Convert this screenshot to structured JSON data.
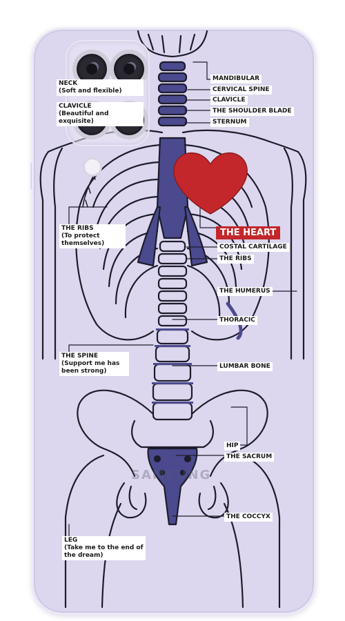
{
  "labels": {
    "neck": "NECK",
    "neck_sub": "(Soft and flexible)",
    "clavicle_left": "CLAVICLE",
    "clavicle_left_sub": "(Beautiful and exquisite)",
    "mandibular": "MANDIBULAR",
    "cervical_spine": "CERVICAL SPINE",
    "clavicle": "CLAVICLE",
    "shoulder_blade": "THE SHOULDER BLADE",
    "sternum": "STERNUM",
    "the_heart": "THE HEART",
    "costal_cartilage": "COSTAL CARTILAGE",
    "the_ribs_right": "THE RIBS",
    "the_humerus": "THE HUMERUS",
    "thoracic": "THORACIC",
    "lumbar_bone": "LUMBAR BONE",
    "hip": "HIP",
    "the_sacrum": "THE SACRUM",
    "the_coccyx": "THE COCCYX",
    "the_ribs_left": "THE RIBS",
    "the_ribs_left_sub": "(To protect themselves)",
    "the_spine": "THE SPINE",
    "the_spine_sub": "(Support me has been strong)",
    "leg": "LEG",
    "leg_sub": "(Take me to the end of the dream)"
  },
  "brand": "SAMSUNG",
  "colors": {
    "case": "#dcd6ee",
    "bone_fill": "#4b4a8f",
    "outline": "#1c1c2a",
    "heart": "#c3272b",
    "heart_label_bg": "#c3272b"
  }
}
